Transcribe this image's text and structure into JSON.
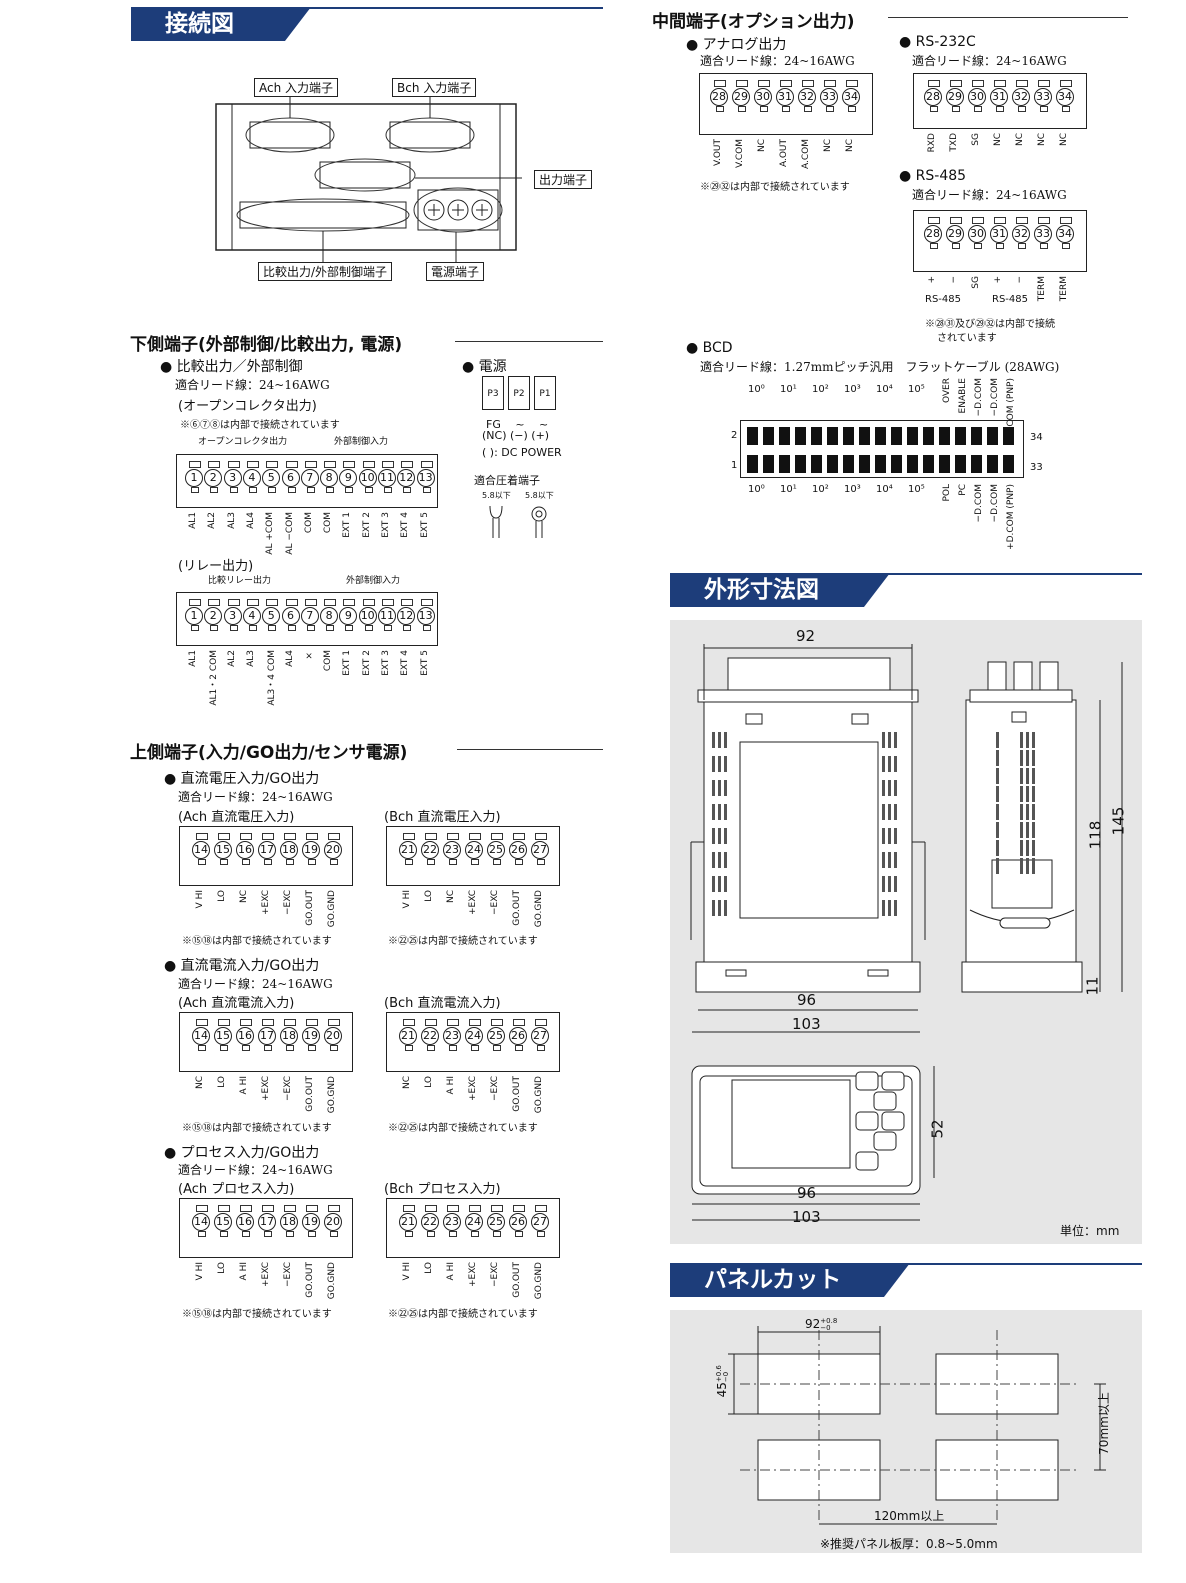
{
  "sections": {
    "connection": "接続図",
    "outline": "外形寸法図",
    "panel_cut": "パネルカット",
    "middle": "中間端子(オプション出力)",
    "lower": "下側端子(外部制御/比較出力, 電源)",
    "upper": "上側端子(入力/GO出力/センサ電源)"
  },
  "connection_diagram": {
    "ach": "Ach 入力端子",
    "bch": "Bch 入力端子",
    "output": "出力端子",
    "compare": "比較出力/外部制御端子",
    "power": "電源端子"
  },
  "middle": {
    "analog_title": "アナログ出力",
    "analog_wire": "適合リード線：24~16AWG",
    "analog_nums": [
      "28",
      "29",
      "30",
      "31",
      "32",
      "33",
      "34"
    ],
    "analog_labels": [
      "V.OUT",
      "V.COM",
      "NC",
      "A.OUT",
      "A.COM",
      "NC",
      "NC"
    ],
    "analog_note": "※㉙㉜は内部で接続されています",
    "rs232_title": "RS-232C",
    "rs232_wire": "適合リード線：24~16AWG",
    "rs232_labels": [
      "RXD",
      "TXD",
      "SG",
      "NC",
      "NC",
      "NC",
      "NC"
    ],
    "rs485_title": "RS-485",
    "rs485_wire": "適合リード線：24~16AWG",
    "rs485_labels": [
      "+",
      "−",
      "SG",
      "+",
      "−",
      "TERM",
      "TERM"
    ],
    "rs485_group": "RS-485",
    "rs485_note1": "※㉘㉛及び㉙㉜は内部で接続",
    "rs485_note2": "されています",
    "bcd_title": "BCD",
    "bcd_wire": "適合リード線：1.27mmピッチ汎用　フラットケーブル (28AWG)",
    "bcd_top_groups": [
      "10⁰",
      "10¹",
      "10²",
      "10³",
      "10⁴",
      "10⁵"
    ],
    "bcd_top_extra": [
      "OVER",
      "ENABLE",
      "−D.COM",
      "−D.COM",
      "+D.COM (PNP)"
    ],
    "bcd_bot_groups": [
      "10⁰",
      "10¹",
      "10²",
      "10³",
      "10⁴",
      "10⁵"
    ],
    "bcd_bot_extra": [
      "POL",
      "PC",
      "−D.COM",
      "−D.COM",
      "+D.COM (PNP)"
    ],
    "pin_2": "2",
    "pin_1": "1",
    "pin_34": "34",
    "pin_33": "33"
  },
  "lower": {
    "cmp_title": "比較出力／外部制御",
    "cmp_wire": "適合リード線：24~16AWG",
    "oc_title": "(オープンコレクタ出力)",
    "oc_note": "※⑥⑦⑧は内部で接続されています",
    "oc_group1": "オープンコレクタ出力",
    "oc_group2": "外部制御入力",
    "nums13": [
      "1",
      "2",
      "3",
      "4",
      "5",
      "6",
      "7",
      "8",
      "9",
      "10",
      "11",
      "12",
      "13"
    ],
    "oc_labels": [
      "AL1",
      "AL2",
      "AL3",
      "AL4",
      "AL +COM",
      "AL −COM",
      "COM",
      "COM",
      "EXT 1",
      "EXT 2",
      "EXT 3",
      "EXT 4",
      "EXT 5"
    ],
    "relay_title": "(リレー出力)",
    "relay_group1": "比較リレー出力",
    "relay_group2": "外部制御入力",
    "relay_labels": [
      "AL1",
      "AL1・2 COM",
      "AL2",
      "AL3",
      "AL3・4 COM",
      "AL4",
      "×",
      "COM",
      "EXT 1",
      "EXT 2",
      "EXT 3",
      "EXT 4",
      "EXT 5"
    ],
    "power_title": "電源",
    "power_pins": [
      "P3",
      "P2",
      "P1"
    ],
    "power_line1": "FG　 ~ 　~",
    "power_line2": "(NC) (−)  (+)",
    "power_line3": "( ): DC POWER",
    "crimp_title": "適合圧着端子",
    "crimp_a": "5.8以下",
    "crimp_b": "5.8以下"
  },
  "upper": {
    "dcv_title": "直流電圧入力/GO出力",
    "dci_title": "直流電流入力/GO出力",
    "proc_title": "プロセス入力/GO出力",
    "wire": "適合リード線：24~16AWG",
    "ach_dcv": "(Ach  直流電圧入力)",
    "bch_dcv": "(Bch  直流電圧入力)",
    "ach_dci": "(Ach  直流電流入力)",
    "bch_dci": "(Bch  直流電流入力)",
    "ach_proc": "(Ach  プロセス入力)",
    "bch_proc": "(Bch  プロセス入力)",
    "a_nums": [
      "14",
      "15",
      "16",
      "17",
      "18",
      "19",
      "20"
    ],
    "b_nums": [
      "21",
      "22",
      "23",
      "24",
      "25",
      "26",
      "27"
    ],
    "dcv_labels": [
      "V HI",
      "LO",
      "NC",
      "+EXC",
      "−EXC",
      "GO.OUT",
      "GO.GND"
    ],
    "dci_labels": [
      "NC",
      "LO",
      "A HI",
      "+EXC",
      "−EXC",
      "GO.OUT",
      "GO.GND"
    ],
    "proc_labels": [
      "V HI",
      "LO",
      "A HI",
      "+EXC",
      "−EXC",
      "GO.OUT",
      "GO.GND"
    ],
    "a_note": "※⑮⑱は内部で接続されています",
    "b_note": "※㉒㉕は内部で接続されています"
  },
  "outline": {
    "w92": "92",
    "w96": "96",
    "w103": "103",
    "h118": "118",
    "h145": "145",
    "h11": "11",
    "w96b": "96",
    "w103b": "103",
    "h52": "52",
    "unit": "単位：mm"
  },
  "panel": {
    "w": "92",
    "w_tol_up": "+0.8",
    "w_tol_lo": "−0",
    "h": "45",
    "h_tol_up": "+0.6",
    "h_tol_lo": "−0",
    "gap_v": "70mm以上",
    "gap_h": "120mm以上",
    "note": "※推奨パネル板厚：0.8~5.0mm"
  },
  "colors": {
    "banner": "#1d3d7a",
    "panel_bg": "#e6e6e6"
  }
}
